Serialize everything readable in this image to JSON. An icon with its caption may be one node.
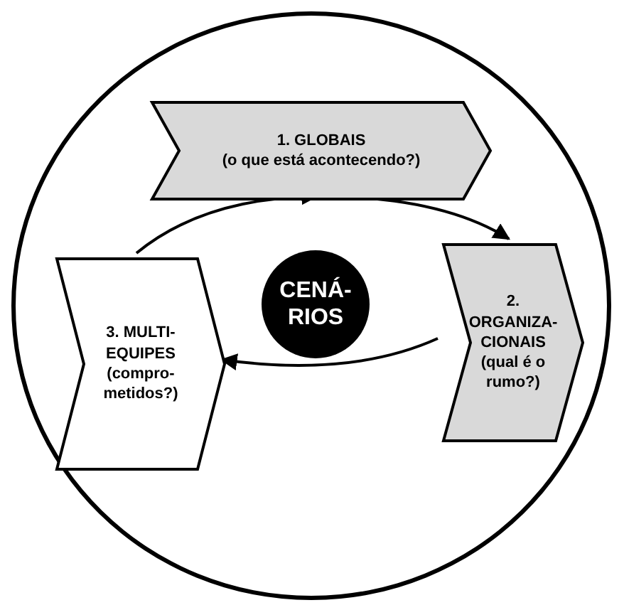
{
  "diagram": {
    "nodes": [
      {
        "text": [],
        "shape": "circle"
      },
      {
        "text": [
          "1. GLOBAIS",
          "(o que está acontecendo?)"
        ],
        "in": 0
      },
      {
        "text": [
          "2. ORGANIZA- CIONAIS",
          "(qual é o rumo?)"
        ],
        "in": 0
      },
      {
        "text": [
          "3. MULTI- EQUIPES",
          "(compro- metidos?)"
        ],
        "in": 0
      },
      {
        "text": [
          "CENÁ- RIOS"
        ],
        "in": 0
      }
    ],
    "edges": [
      {
        "from": 1,
        "to": 2,
        "arrow": "to"
      },
      {
        "from": 2,
        "to": 3,
        "arrow": "to"
      },
      {
        "from": 3,
        "to": 1,
        "arrow": "to"
      }
    ]
  }
}
